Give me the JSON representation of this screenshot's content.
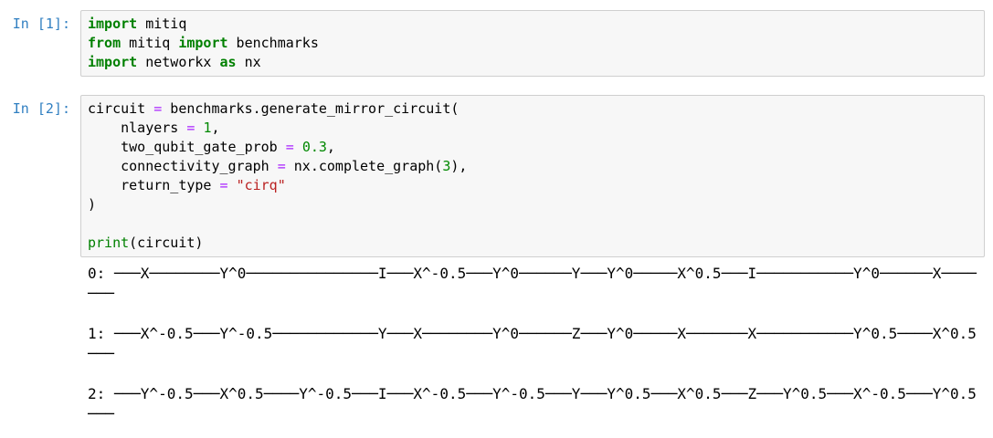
{
  "colors": {
    "prompt": "#307fc1",
    "keyword": "#008000",
    "builtin": "#008000",
    "operator": "#aa22ff",
    "number": "#008800",
    "string": "#ba2121",
    "cell_background": "#f7f7f7",
    "cell_border": "#cfcfcf"
  },
  "cell1": {
    "prompt": "In [1]:",
    "code": [
      [
        {
          "s": "kw",
          "t": "import"
        },
        {
          "s": "pl",
          "t": " mitiq"
        }
      ],
      [
        {
          "s": "kw",
          "t": "from"
        },
        {
          "s": "pl",
          "t": " mitiq "
        },
        {
          "s": "kw",
          "t": "import"
        },
        {
          "s": "pl",
          "t": " benchmarks"
        }
      ],
      [
        {
          "s": "kw",
          "t": "import"
        },
        {
          "s": "pl",
          "t": " networkx "
        },
        {
          "s": "kw",
          "t": "as"
        },
        {
          "s": "pl",
          "t": " nx"
        }
      ]
    ]
  },
  "cell2": {
    "prompt": "In [2]:",
    "code": [
      [
        {
          "s": "pl",
          "t": "circuit "
        },
        {
          "s": "op",
          "t": "="
        },
        {
          "s": "pl",
          "t": " benchmarks.generate_mirror_circuit("
        }
      ],
      [
        {
          "s": "pl",
          "t": "    nlayers "
        },
        {
          "s": "op",
          "t": "="
        },
        {
          "s": "pl",
          "t": " "
        },
        {
          "s": "num",
          "t": "1"
        },
        {
          "s": "pl",
          "t": ","
        }
      ],
      [
        {
          "s": "pl",
          "t": "    two_qubit_gate_prob "
        },
        {
          "s": "op",
          "t": "="
        },
        {
          "s": "pl",
          "t": " "
        },
        {
          "s": "num",
          "t": "0.3"
        },
        {
          "s": "pl",
          "t": ","
        }
      ],
      [
        {
          "s": "pl",
          "t": "    connectivity_graph "
        },
        {
          "s": "op",
          "t": "="
        },
        {
          "s": "pl",
          "t": " nx.complete_graph("
        },
        {
          "s": "num",
          "t": "3"
        },
        {
          "s": "pl",
          "t": "),"
        }
      ],
      [
        {
          "s": "pl",
          "t": "    return_type "
        },
        {
          "s": "op",
          "t": "="
        },
        {
          "s": "pl",
          "t": " "
        },
        {
          "s": "str",
          "t": "\"cirq\""
        }
      ],
      [
        {
          "s": "pl",
          "t": ")"
        }
      ],
      [],
      [
        {
          "s": "bi",
          "t": "print"
        },
        {
          "s": "pl",
          "t": "(circuit)"
        }
      ]
    ],
    "output_lines": [
      "0: ───X────────Y^0───────────────I───X^-0.5───Y^0──────Y───Y^0─────X^0.5───I───────────Y^0──────X────",
      "───",
      "",
      "1: ───X^-0.5───Y^-0.5────────────Y───X────────Y^0──────Z───Y^0─────X───────X───────────Y^0.5────X^0.5",
      "───",
      "",
      "2: ───Y^-0.5───X^0.5────Y^-0.5───I───X^-0.5───Y^-0.5───Y───Y^0.5───X^0.5───Z───Y^0.5───X^-0.5───Y^0.5",
      "───"
    ]
  }
}
